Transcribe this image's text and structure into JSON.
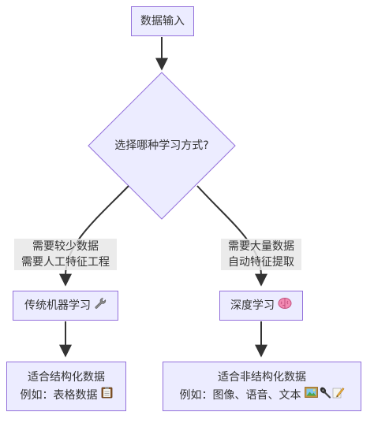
{
  "nodes": {
    "input": "数据输入",
    "decision": "选择哪种学习方式?",
    "traditional": "传统机器学习",
    "deep": "深度学习",
    "structured_line1": "适合结构化数据",
    "structured_line2": "例如：表格数据",
    "unstructured_line1": "适合非结构化数据",
    "unstructured_line2": "例如：图像、语音、文本"
  },
  "edges": {
    "left_line1": "需要较少数据",
    "left_line2": "需要人工特征工程",
    "right_line1": "需要大量数据",
    "right_line2": "自动特征提取"
  },
  "icons": {
    "traditional": "wrench-icon",
    "deep": "brain-icon",
    "structured": "clipboard-icon",
    "unstructured": [
      "framed-picture-icon",
      "microphone-icon",
      "pencil-icon"
    ]
  },
  "colors": {
    "node_fill": "#ECECFF",
    "node_border": "#9370DB",
    "edge": "#333333",
    "label_bg": "#E8E8E8"
  }
}
